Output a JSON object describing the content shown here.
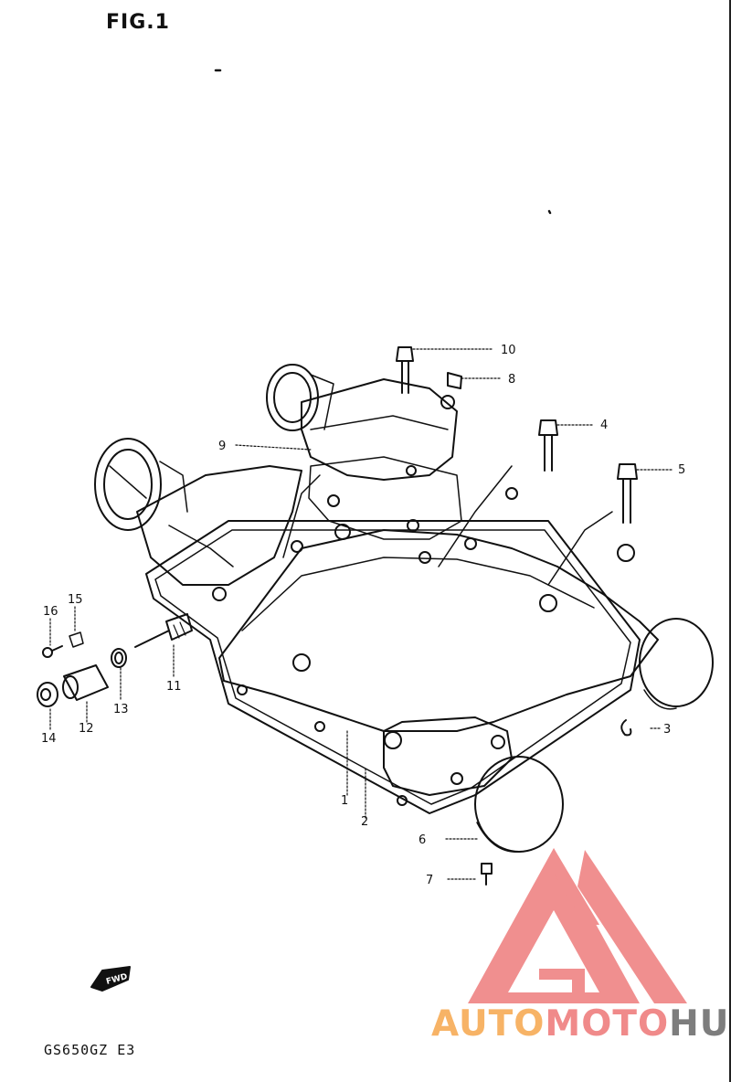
{
  "figure": {
    "title": "FIG.1",
    "model": "GS650GZ E3"
  },
  "watermark": {
    "part1": "AUTO",
    "part2": "MOTO",
    "part3": "HUB",
    "logo_color": "#f08a8a"
  },
  "forward_marker": {
    "label": "FWD"
  },
  "callouts": [
    {
      "id": "c1",
      "label": "1"
    },
    {
      "id": "c2",
      "label": "2"
    },
    {
      "id": "c3",
      "label": "3"
    },
    {
      "id": "c4",
      "label": "4"
    },
    {
      "id": "c5",
      "label": "5"
    },
    {
      "id": "c6",
      "label": "6"
    },
    {
      "id": "c7",
      "label": "7"
    },
    {
      "id": "c8",
      "label": "8"
    },
    {
      "id": "c9",
      "label": "9"
    },
    {
      "id": "c10",
      "label": "10"
    },
    {
      "id": "c11",
      "label": "11"
    },
    {
      "id": "c12",
      "label": "12"
    },
    {
      "id": "c13",
      "label": "13"
    },
    {
      "id": "c14",
      "label": "14"
    },
    {
      "id": "c15",
      "label": "15"
    },
    {
      "id": "c16",
      "label": "16"
    }
  ]
}
